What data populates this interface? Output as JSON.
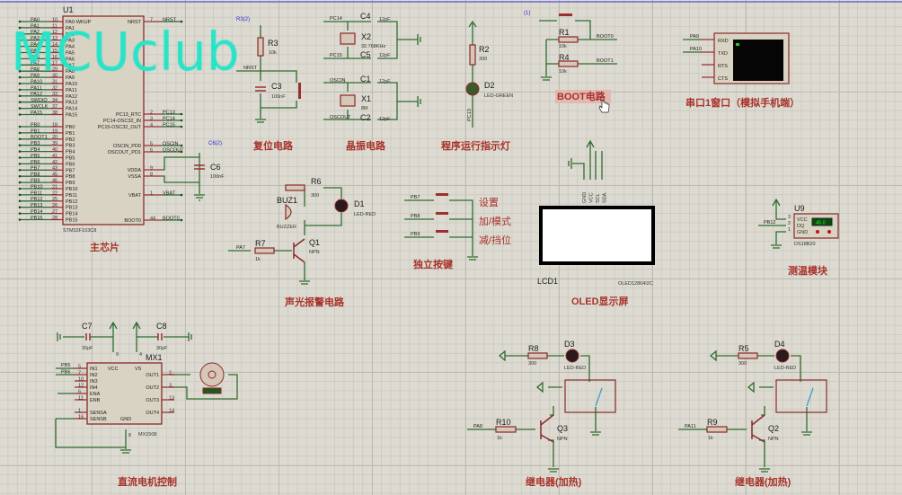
{
  "watermark": "MCUclub",
  "mcu": {
    "ref": "U1",
    "part": "STM32F103C8",
    "title": "主芯片",
    "left_pins": [
      {
        "net": "PA0",
        "num": "10",
        "name": "PA0-WKUP"
      },
      {
        "net": "PA1",
        "num": "11",
        "name": "PA1"
      },
      {
        "net": "PA2",
        "num": "12",
        "name": "PA2"
      },
      {
        "net": "PA3",
        "num": "13",
        "name": "PA3"
      },
      {
        "net": "PA4",
        "num": "14",
        "name": "PA4"
      },
      {
        "net": "PA5",
        "num": "15",
        "name": "PA5"
      },
      {
        "net": "PA6",
        "num": "16",
        "name": "PA6"
      },
      {
        "net": "PA7",
        "num": "17",
        "name": "PA7"
      },
      {
        "net": "PA8",
        "num": "29",
        "name": "PA8"
      },
      {
        "net": "PA9",
        "num": "30",
        "name": "PA9"
      },
      {
        "net": "PA10",
        "num": "31",
        "name": "PA10"
      },
      {
        "net": "PA11",
        "num": "32",
        "name": "PA11"
      },
      {
        "net": "PA12",
        "num": "33",
        "name": "PA12"
      },
      {
        "net": "SWDIO",
        "num": "34",
        "name": "PA13"
      },
      {
        "net": "SWCLK",
        "num": "37",
        "name": "PA14"
      },
      {
        "net": "PA15",
        "num": "38",
        "name": "PA15"
      }
    ],
    "left_pins_b": [
      {
        "net": "PB0",
        "num": "18",
        "name": "PB0"
      },
      {
        "net": "PB1",
        "num": "19",
        "name": "PB1"
      },
      {
        "net": "BOOT1",
        "num": "20",
        "name": "PB2"
      },
      {
        "net": "PB3",
        "num": "39",
        "name": "PB3"
      },
      {
        "net": "PB4",
        "num": "40",
        "name": "PB4"
      },
      {
        "net": "PB5",
        "num": "41",
        "name": "PB5"
      },
      {
        "net": "PB6",
        "num": "42",
        "name": "PB6"
      },
      {
        "net": "PB7",
        "num": "43",
        "name": "PB7"
      },
      {
        "net": "PB8",
        "num": "45",
        "name": "PB8"
      },
      {
        "net": "PB9",
        "num": "46",
        "name": "PB9"
      },
      {
        "net": "PB10",
        "num": "21",
        "name": "PB10"
      },
      {
        "net": "PB11",
        "num": "22",
        "name": "PB11"
      },
      {
        "net": "PB12",
        "num": "25",
        "name": "PB12"
      },
      {
        "net": "PB13",
        "num": "26",
        "name": "PB13"
      },
      {
        "net": "PB14",
        "num": "27",
        "name": "PB14"
      },
      {
        "net": "PB15",
        "num": "28",
        "name": "PB15"
      }
    ],
    "right_pins": [
      {
        "net": "NRST",
        "num": "7",
        "name": "NRST"
      },
      {
        "net": "PC13",
        "num": "2",
        "name": "PC13_RTC"
      },
      {
        "net": "PC14",
        "num": "3",
        "name": "PC14-OSC32_IN"
      },
      {
        "net": "PC15",
        "num": "4",
        "name": "PC15-OSC32_OUT"
      },
      {
        "net": "OSCIN",
        "num": "5",
        "name": "OSCIN_PD0"
      },
      {
        "net": "OSCOUT",
        "num": "6",
        "name": "OSCOUT_PD1"
      },
      {
        "net": "",
        "num": "9",
        "name": "VDDA"
      },
      {
        "net": "",
        "num": "8",
        "name": "VSSA"
      },
      {
        "net": "VBAT",
        "num": "1",
        "name": "VBAT"
      },
      {
        "net": "BOOT0",
        "num": "44",
        "name": "BOOT0"
      }
    ],
    "c6": {
      "ref": "C6",
      "value": "100nF",
      "probe": "C6(2)"
    }
  },
  "reset": {
    "title": "复位电路",
    "r3": {
      "ref": "R3",
      "value": "10k"
    },
    "probe": "R3(2)",
    "net": "NRST",
    "c3": {
      "ref": "C3",
      "value": "100nF"
    }
  },
  "crystal": {
    "title": "晶振电路",
    "c4": {
      "ref": "C4",
      "value": "12pF"
    },
    "c5": {
      "ref": "C5",
      "value": "12pF"
    },
    "x2": {
      "ref": "X2",
      "value": "32.768KHz"
    },
    "c1": {
      "ref": "C1",
      "value": "12pF"
    },
    "c2": {
      "ref": "C2",
      "value": "12pF"
    },
    "x1": {
      "ref": "X1",
      "value": "8M"
    },
    "nets": [
      "PC14",
      "PC15",
      "OSCIN",
      "OSCOUT"
    ]
  },
  "run_led": {
    "title": "程序运行指示灯",
    "r2": {
      "ref": "R2",
      "value": "300"
    },
    "d2": {
      "ref": "D2",
      "value": "LED-GREEN"
    },
    "net": "PC13"
  },
  "boot": {
    "title": "BOOT电路",
    "probe": "(1)",
    "r1": {
      "ref": "R1",
      "value": "10k"
    },
    "r4": {
      "ref": "R4",
      "value": "10k"
    },
    "nets": [
      "BOOT0",
      "BOOT1"
    ]
  },
  "uart": {
    "title": "串口1窗口（模拟手机端）",
    "nets": [
      "PA9",
      "PA10"
    ],
    "pins": [
      "RXD",
      "TXD",
      "RTS",
      "CTS"
    ]
  },
  "alarm": {
    "title": "声光报警电路",
    "r6": {
      "ref": "R6",
      "value": "300"
    },
    "buz": {
      "ref": "BUZ1",
      "value": "BUZZER"
    },
    "d1": {
      "ref": "D1",
      "value": "LED-RED"
    },
    "r7": {
      "ref": "R7",
      "value": "1k"
    },
    "q1": {
      "ref": "Q1",
      "value": "NPN"
    },
    "net": "PA7"
  },
  "keys": {
    "title": "独立按键",
    "nets": [
      "PB7",
      "PB8",
      "PB9"
    ],
    "labels": [
      "设置",
      "加/模式",
      "减/挡位"
    ]
  },
  "oled": {
    "title": "OLED显示屏",
    "ref": "LCD1",
    "part": "OLED12864I2C",
    "pins": [
      "GND",
      "VCC",
      "SCL",
      "SDA"
    ]
  },
  "temp": {
    "title": "测温模块",
    "ref": "U9",
    "part": "DS18B20",
    "net": "PB12",
    "pins": [
      "VCC",
      "DQ",
      "GND"
    ],
    "pin_nums": [
      "3",
      "2",
      "1"
    ],
    "reading": "45.0"
  },
  "motor": {
    "title": "直流电机控制",
    "ref": "MX1",
    "part": "MX1508",
    "c7": {
      "ref": "C7",
      "value": "30pF"
    },
    "c8": {
      "ref": "C8",
      "value": "30pF"
    },
    "nets": [
      "PB5",
      "PB6"
    ],
    "left_pins": [
      {
        "name": "IN1",
        "num": "5"
      },
      {
        "name": "IN2",
        "num": "7"
      },
      {
        "name": "IN3",
        "num": "10"
      },
      {
        "name": "IN4",
        "num": "12"
      },
      {
        "name": "ENA",
        "num": "6"
      },
      {
        "name": "ENB",
        "num": "11"
      },
      {
        "name": "SENSA",
        "num": "1"
      },
      {
        "name": "SENSB",
        "num": "16"
      }
    ],
    "right_pins": [
      {
        "name": "OUT1",
        "num": "2"
      },
      {
        "name": "OUT2",
        "num": "3"
      },
      {
        "name": "OUT3",
        "num": "13"
      },
      {
        "name": "OUT4",
        "num": "14"
      }
    ],
    "top": [
      {
        "name": "VCC",
        "num": "9"
      },
      {
        "name": "VS",
        "num": "4"
      }
    ],
    "gnd": {
      "name": "GND",
      "num": "8"
    }
  },
  "relay1": {
    "title": "继电器(加热)",
    "r8": {
      "ref": "R8",
      "value": "300"
    },
    "d3": {
      "ref": "D3",
      "value": "LED-RED"
    },
    "r10": {
      "ref": "R10",
      "value": "1k"
    },
    "q3": {
      "ref": "Q3",
      "value": "NPN"
    },
    "net": "PA8"
  },
  "relay2": {
    "title": "继电器(加热)",
    "r5": {
      "ref": "R5",
      "value": "300"
    },
    "d4": {
      "ref": "D4",
      "value": "LED-RED"
    },
    "r9": {
      "ref": "R9",
      "value": "1k"
    },
    "q2": {
      "ref": "Q2",
      "value": "NPN"
    },
    "net": "PA11"
  },
  "colors": {
    "wire": "#2f6b2f",
    "component": "#8a2a2a",
    "title": "#a8322a",
    "watermark": "#28e3c8",
    "background": "#dddbd1"
  }
}
